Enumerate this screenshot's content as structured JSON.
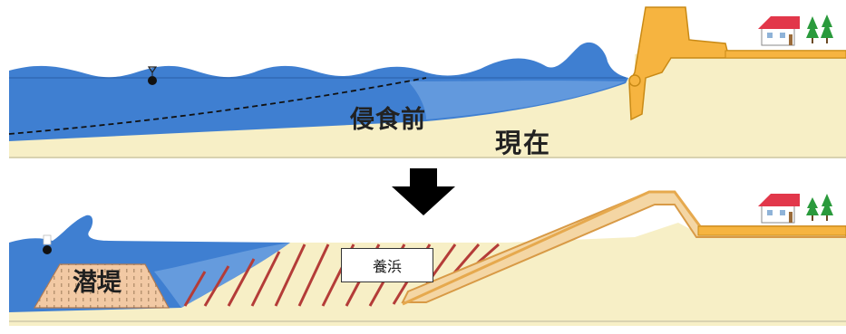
{
  "panels": {
    "top": {
      "label_before_erosion": "侵食前",
      "label_present": "現在"
    },
    "bottom": {
      "label_submerged_breakwater": "潜堤",
      "label_beach_nourishment": "養浜"
    }
  },
  "colors": {
    "sea": "#3f7fd1",
    "sea_light": "#6fa2e0",
    "sand": "#f7efc6",
    "seawall": "#f6b440",
    "seawall_edge": "#c98a16",
    "revetment": "#f4d6a4",
    "hatch": "#b43c38",
    "breakwater": "#f2c9a4",
    "roof": "#e2374a",
    "tree": "#2a9a3c",
    "arrow": "#000000"
  },
  "icons": [
    "down-arrow-icon",
    "house-icon",
    "tree-icon",
    "water-level-marker-icon"
  ]
}
